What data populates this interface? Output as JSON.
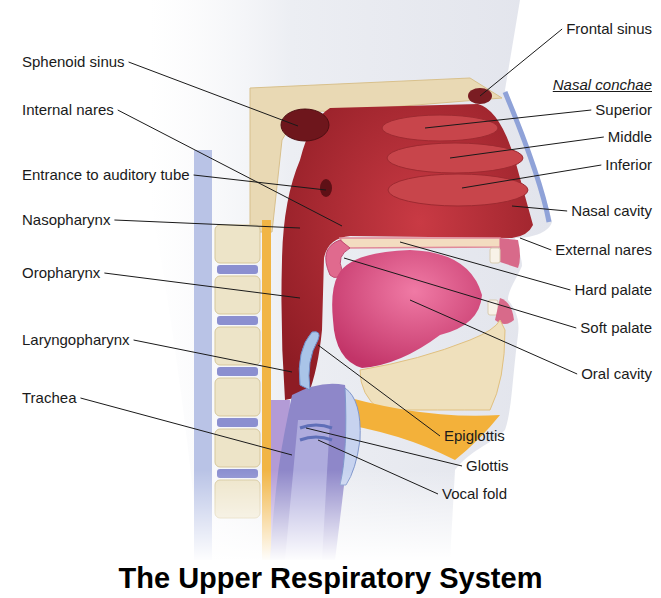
{
  "diagram": {
    "title": "The Upper Respiratory System",
    "labels": [
      "Sphenoid sinus",
      "Internal nares",
      "Entrance to auditory tube",
      "Nasopharynx",
      "Oropharynx",
      "Laryngopharynx",
      "Trachea",
      "Frontal sinus",
      "Nasal conchae",
      "Superior",
      "Middle",
      "Inferior",
      "Nasal cavity",
      "External nares",
      "Hard palate",
      "Soft palate",
      "Oral cavity",
      "Epiglottis",
      "Glottis",
      "Vocal fold"
    ]
  }
}
